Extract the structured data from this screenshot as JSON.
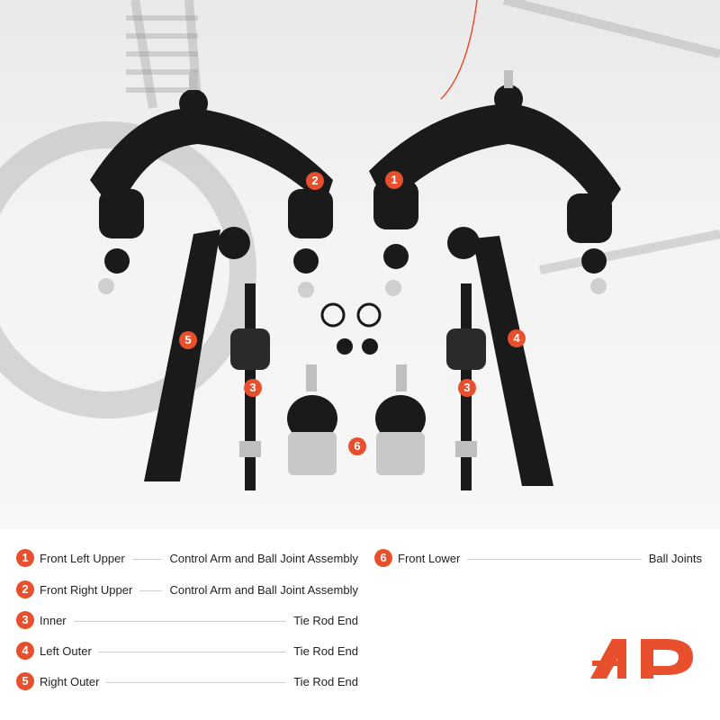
{
  "colors": {
    "accent": "#e8502d",
    "part": "#1a1a1a",
    "metal": "#bfbfbf"
  },
  "badges": [
    "1",
    "2",
    "3",
    "4",
    "5",
    "6"
  ],
  "legend": [
    {
      "num": "1",
      "left": "Front Left Upper",
      "right": "Control Arm and Ball Joint Assembly"
    },
    {
      "num": "2",
      "left": "Front Right Upper",
      "right": "Control Arm and Ball Joint Assembly"
    },
    {
      "num": "3",
      "left": "Inner",
      "right": "Tie Rod End"
    },
    {
      "num": "4",
      "left": "Left Outer",
      "right": "Tie Rod End"
    },
    {
      "num": "5",
      "left": "Right Outer",
      "right": "Tie Rod End"
    },
    {
      "num": "6",
      "left": "Front Lower",
      "right": "Ball Joints"
    }
  ],
  "logo": {
    "icon": "brand-logo-icon"
  }
}
